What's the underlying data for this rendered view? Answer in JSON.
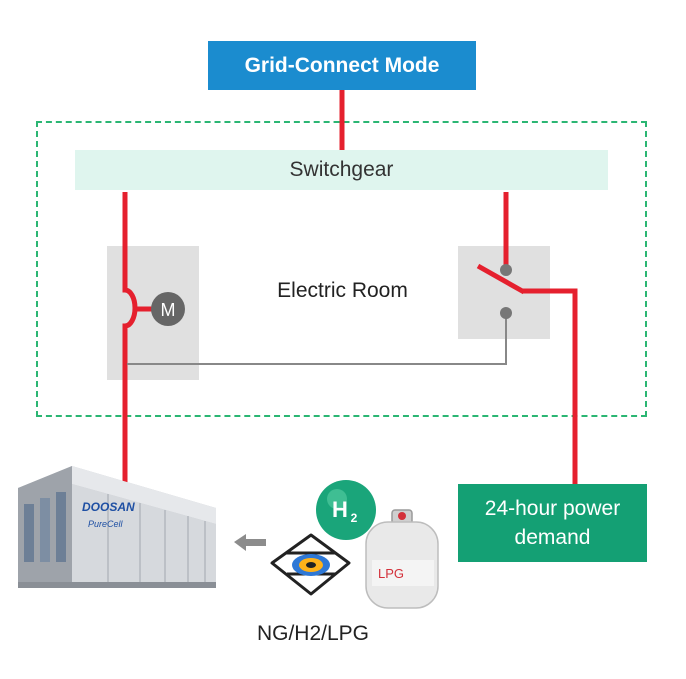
{
  "diagram": {
    "mode_label": "Grid-Connect Mode",
    "switchgear_label": "Switchgear",
    "room_label": "Electric Room",
    "motor_symbol": "M",
    "demand_label": "24-hour power demand",
    "fuel_label": "NG/H2/LPG",
    "fuel_cell_brand": "DOOSAN",
    "fuel_cell_model": "PureCell",
    "hydrogen_symbol": "H",
    "hydrogen_subscript": "2",
    "cylinder_label": "LPG"
  },
  "colors": {
    "mode_box": "#1b8ccf",
    "room_border": "#2bb673",
    "switchgear_fill": "#dff5ee",
    "power_line": "#e5202e",
    "signal_line": "#888888",
    "motor_fill": "#666666",
    "demand_box": "#14a074",
    "hydrogen_ball": "#1aa57a"
  },
  "icons": {
    "motor": "motor-icon",
    "switch": "switch-icon",
    "fuel_cell": "fuel-cell-unit-icon",
    "arrow": "arrow-left-icon",
    "burner": "gas-burner-icon",
    "hydrogen": "hydrogen-ball-icon",
    "cylinder": "lpg-cylinder-icon"
  }
}
